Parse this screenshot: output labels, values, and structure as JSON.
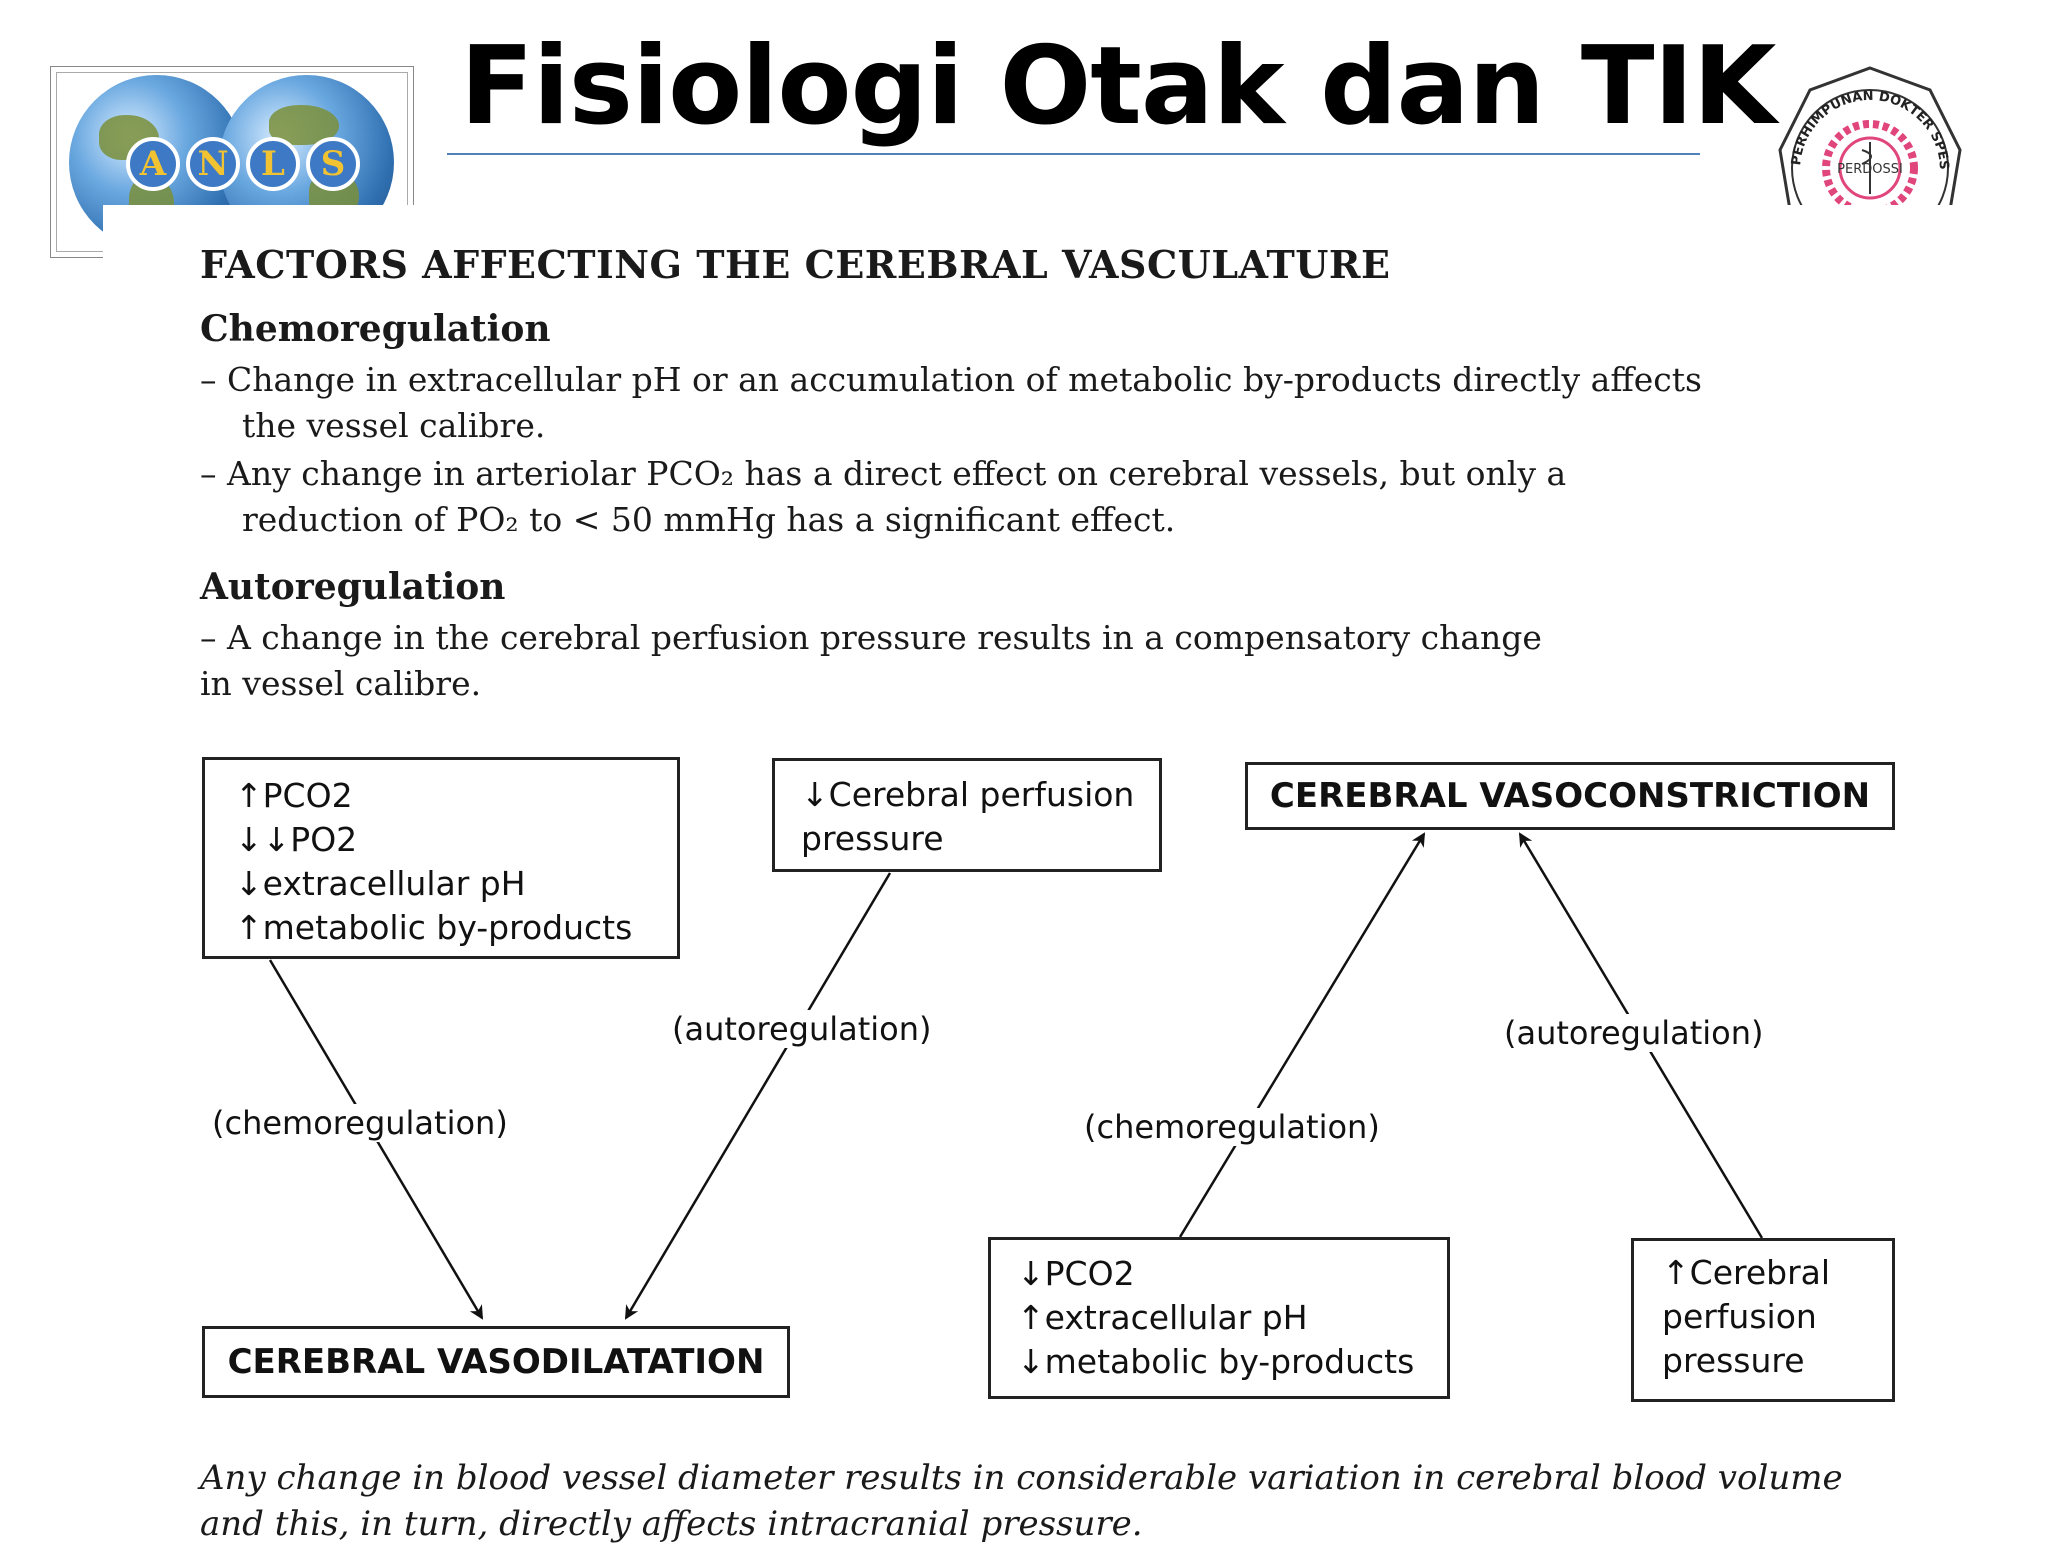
{
  "slide": {
    "title": "Fisiologi Otak dan TIK",
    "accent_color": "#4f81bd"
  },
  "logos": {
    "left": {
      "letters": [
        "A",
        "N",
        "L",
        "S"
      ],
      "icon": "globe-icon"
    },
    "right": {
      "ring_text": "PERHIMPUNAN DOKTER SPESIALIS SARAF",
      "center_text": "PERDOSSI",
      "icon": "seal-icon",
      "color": "#e0457b"
    }
  },
  "figure": {
    "heading": "FACTORS AFFECTING THE CEREBRAL VASCULATURE",
    "chemoregulation": {
      "title": "Chemoregulation",
      "line1": "– Change in extracellular pH or an accumulation of metabolic by-products directly affects",
      "line2": "the vessel calibre.",
      "line3": "– Any change in arteriolar PCO₂ has a direct effect on cerebral vessels, but only a",
      "line4": "reduction of PO₂ to  < 50 mmHg has a significant effect."
    },
    "autoregulation": {
      "title": "Autoregulation",
      "line1": "– A change in the cerebral perfusion pressure results in a compensatory change",
      "line2": "in vessel calibre."
    },
    "diagram": {
      "box_left_causes": [
        "↑PCO2",
        "↓↓PO2",
        "↓extracellular pH",
        "↑metabolic by-products"
      ],
      "box_left_pressure": [
        "↓Cerebral perfusion",
        "pressure"
      ],
      "box_vasoconstriction": "CEREBRAL VASOCONSTRICTION",
      "box_vasodilatation": "CEREBRAL VASODILATATION",
      "box_right_causes": [
        "↓PCO2",
        "↑extracellular pH",
        "↓metabolic by-products"
      ],
      "box_right_pressure": [
        "↑Cerebral",
        "perfusion",
        "pressure"
      ],
      "label_chemo_left": "(chemoregulation)",
      "label_auto_left": "(autoregulation)",
      "label_chemo_right": "(chemoregulation)",
      "label_auto_right": "(autoregulation)"
    },
    "footer": {
      "line1": "Any change in blood vessel diameter results in considerable variation in cerebral blood volume",
      "line2": "and this, in turn, directly affects intracranial pressure."
    }
  }
}
